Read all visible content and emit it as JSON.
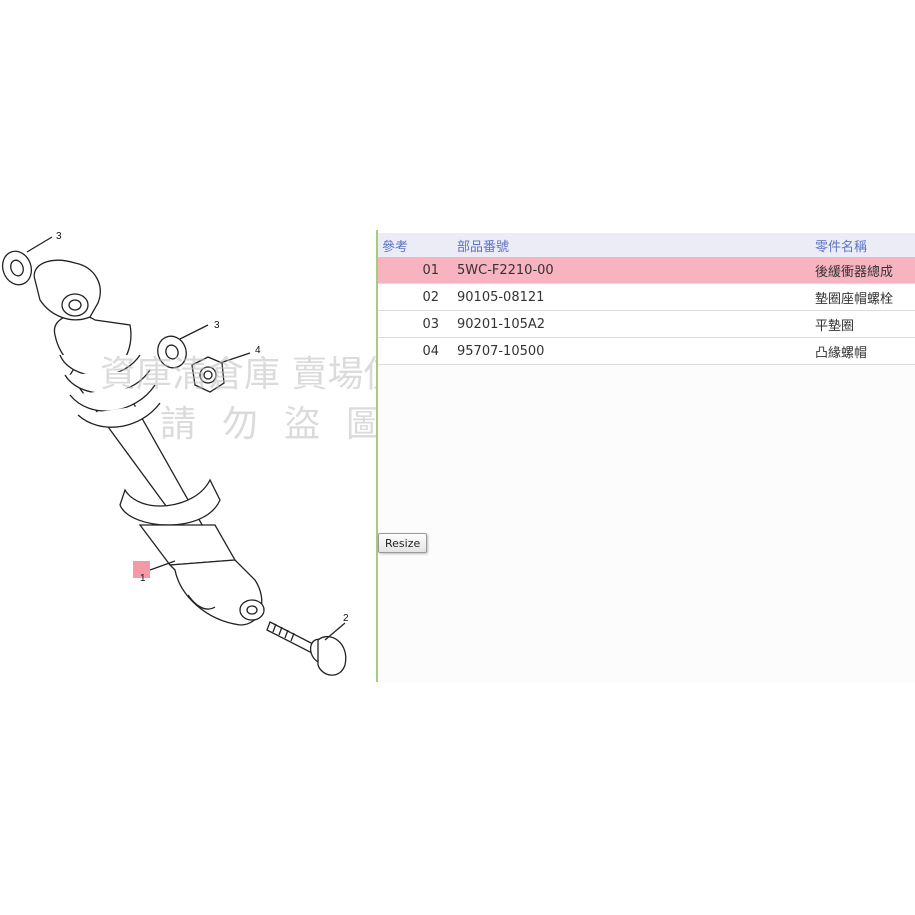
{
  "diagram": {
    "callouts": [
      "3",
      "3",
      "4",
      "1",
      "2"
    ],
    "highlight_color": "#f49aa6"
  },
  "watermark": {
    "line1": "資庫清倉庫 賣場使用",
    "line2": "請勿盜圖"
  },
  "parts_table": {
    "headers": {
      "ref": "參考",
      "part_number": "部品番號",
      "part_name": "零件名稱"
    },
    "rows": [
      {
        "ref": "01",
        "part_number": "5WC-F2210-00",
        "part_name": "後緩衝器總成",
        "selected": true
      },
      {
        "ref": "02",
        "part_number": "90105-08121",
        "part_name": "墊圈座帽螺栓",
        "selected": false
      },
      {
        "ref": "03",
        "part_number": "90201-105A2",
        "part_name": "平墊圈",
        "selected": false
      },
      {
        "ref": "04",
        "part_number": "95707-10500",
        "part_name": "凸緣螺帽",
        "selected": false
      }
    ]
  },
  "resize_button": {
    "label": "Resize"
  },
  "colors": {
    "header_text": "#5a74c7",
    "header_bg": "#ececf6",
    "selected_row": "#f7b3bf",
    "divider": "#a8cc7a"
  }
}
